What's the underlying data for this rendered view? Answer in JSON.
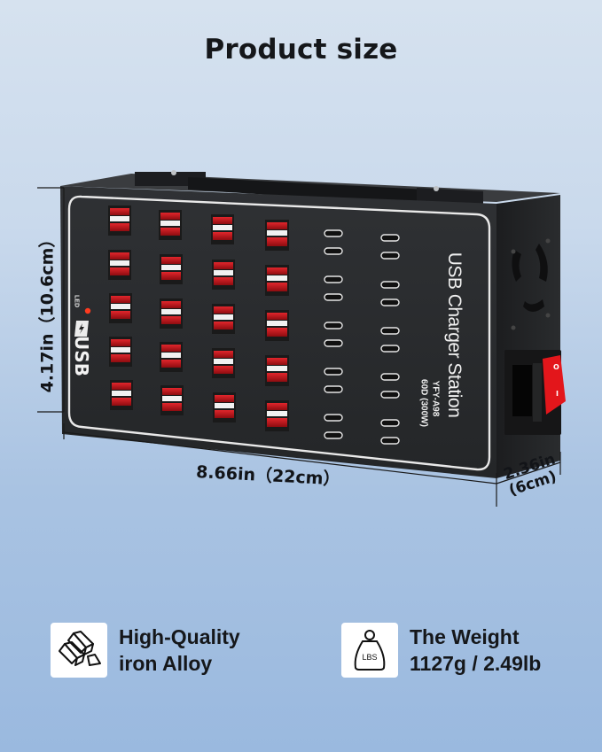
{
  "header": {
    "title": "Product size"
  },
  "product": {
    "name": "USB Charger Station",
    "model": "YFY-A98",
    "power": "60D (300W)",
    "led_label": "LED",
    "logo_text": "USB",
    "usb_a_grid": {
      "columns": 4,
      "rows": 5,
      "ports_per_cell": 2,
      "port_color": "#c0141a"
    },
    "usb_c_grid": {
      "columns": 2,
      "rows": 5,
      "ports_per_cell": 2
    },
    "switch_labels": {
      "on": "I",
      "off": "O"
    },
    "switch_color": "#e3161b"
  },
  "dimensions": {
    "height": "4.17in（10.6cm）",
    "width": "8.66in（22cm）",
    "depth_in": "2.36in",
    "depth_cm": "(6cm)"
  },
  "features": [
    {
      "icon": "gold-bars-icon",
      "line1": "High-Quality",
      "line2": "iron Alloy"
    },
    {
      "icon": "weight-lbs-icon",
      "line1": "The Weight",
      "line2": "1127g / 2.49lb",
      "icon_text": "LBS"
    }
  ]
}
